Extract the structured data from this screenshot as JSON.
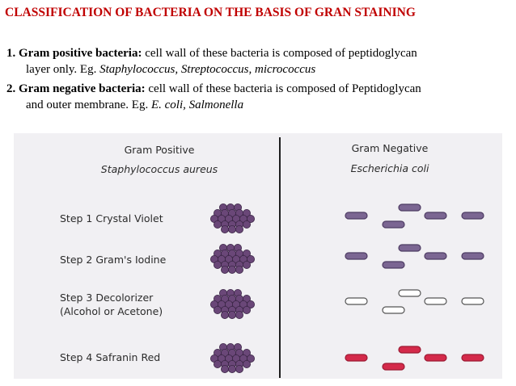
{
  "slide": {
    "title": "CLASSIFICATION OF BACTERIA ON THE BASIS OF GRAN STAINING",
    "points": [
      {
        "num": "1.",
        "bold": "Gram positive bacteria:",
        "text1": " cell wall of these bacteria is composed of peptidoglycan",
        "text2": "layer only. Eg. ",
        "examples": "Staphylococcus, Streptococcus, micrococcus"
      },
      {
        "num": "2.",
        "bold": "Gram negative bacteria:",
        "text1": " cell wall of these bacteria is composed of Peptidoglycan",
        "text2": "and outer membrane. Eg. ",
        "examples": "E. coli, Salmonella"
      }
    ]
  },
  "figure": {
    "gram_positive": {
      "title": "Gram Positive",
      "organism": "Staphylococcus aureus"
    },
    "gram_negative": {
      "title": "Gram Negative",
      "organism": "Escherichia coli"
    },
    "steps": [
      {
        "label": "Step 1  Crystal Violet",
        "label2": "",
        "gp_color": "#6a4778",
        "gn_fill": "#7b6692",
        "gn_stroke": "#4e3c63"
      },
      {
        "label": "Step 2  Gram's Iodine",
        "label2": "",
        "gp_color": "#6a4778",
        "gn_fill": "#7b6692",
        "gn_stroke": "#4e3c63"
      },
      {
        "label": "Step 3  Decolorizer",
        "label2": "(Alcohol or Acetone)",
        "gp_color": "#6a4778",
        "gn_fill": "#ffffff",
        "gn_stroke": "#555555"
      },
      {
        "label": "Step 4  Safranin Red",
        "label2": "",
        "gp_color": "#6a4778",
        "gn_fill": "#d42a4a",
        "gn_stroke": "#9c1a33"
      }
    ]
  }
}
